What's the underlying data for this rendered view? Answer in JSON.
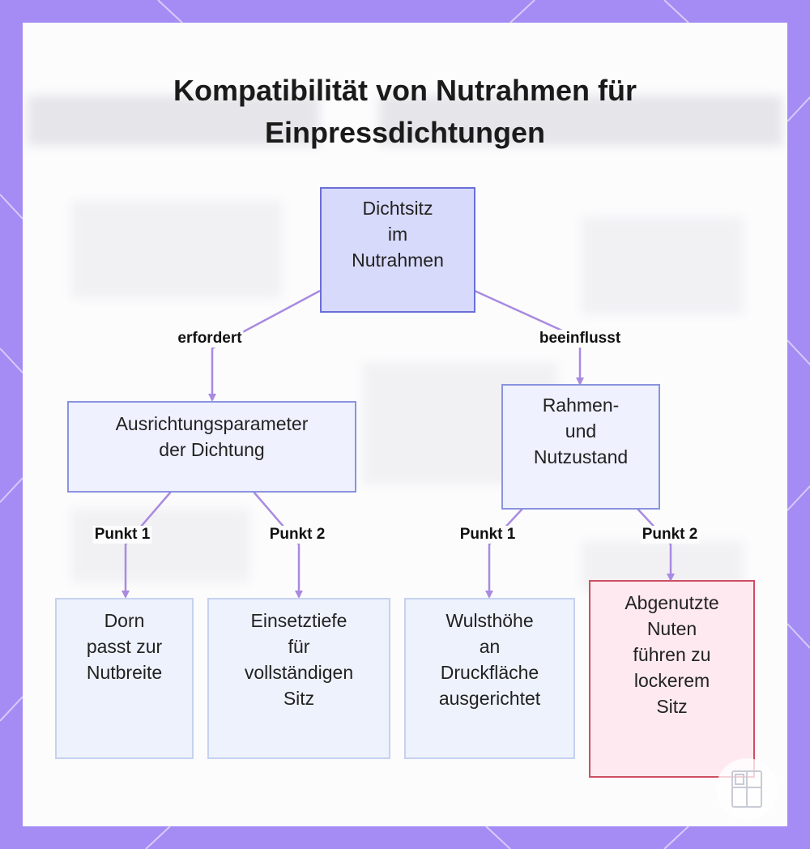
{
  "title": {
    "line1": "Kompatibilität von Nutrahmen für",
    "line2": "Einpressdichtungen"
  },
  "nodes": {
    "root": "Dichtsitz\nim\nNutrahmen",
    "left": "Ausrichtungsparameter\nder Dichtung",
    "right": "Rahmen-\nund\nNutzustand",
    "leaf1": "Dorn\npasst zur\nNutbreite",
    "leaf2": "Einsetztiefe\nfür\nvollständigen\nSitz",
    "leaf3": "Wulsthöhe\nan\nDruckfläche\nausgerichtet",
    "leaf4": "Abgenutzte\nNuten\nführen zu\nlockerem\nSitz"
  },
  "edges": {
    "root_left": "erfordert",
    "root_right": "beeinflusst",
    "left_leaf1": "Punkt 1",
    "left_leaf2": "Punkt 2",
    "right_leaf3": "Punkt 1",
    "right_leaf4": "Punkt 2"
  },
  "colors": {
    "background": "#a48cf4",
    "edge": "#a98ae0",
    "root_fill": "#d8dafb",
    "node_fill": "#eff1fe",
    "warn_fill": "#fde9ef",
    "warn_border": "#cf4e63"
  }
}
